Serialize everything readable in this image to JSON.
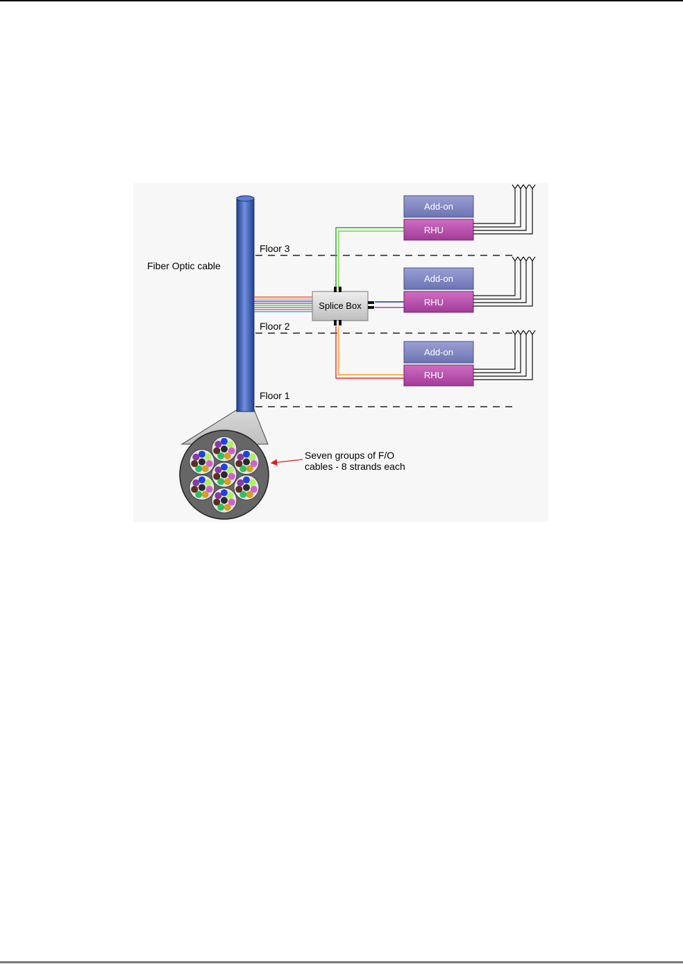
{
  "diagram": {
    "cable_label": "Fiber Optic cable",
    "floors": [
      "Floor 3",
      "Floor 2",
      "Floor 1"
    ],
    "splice_box_label": "Splice Box",
    "units": [
      {
        "addon": "Add-on",
        "rhu": "RHU"
      },
      {
        "addon": "Add-on",
        "rhu": "RHU"
      },
      {
        "addon": "Add-on",
        "rhu": "RHU"
      }
    ],
    "callout_line1": "Seven groups of F/O",
    "callout_line2": "cables - 8 strands each",
    "colors": {
      "cable": "#3f63b8",
      "addon": "#7c83bf",
      "rhu": "#b54aaa",
      "splice_box": "#d6d6d6",
      "arrow": "#e0201c"
    }
  }
}
